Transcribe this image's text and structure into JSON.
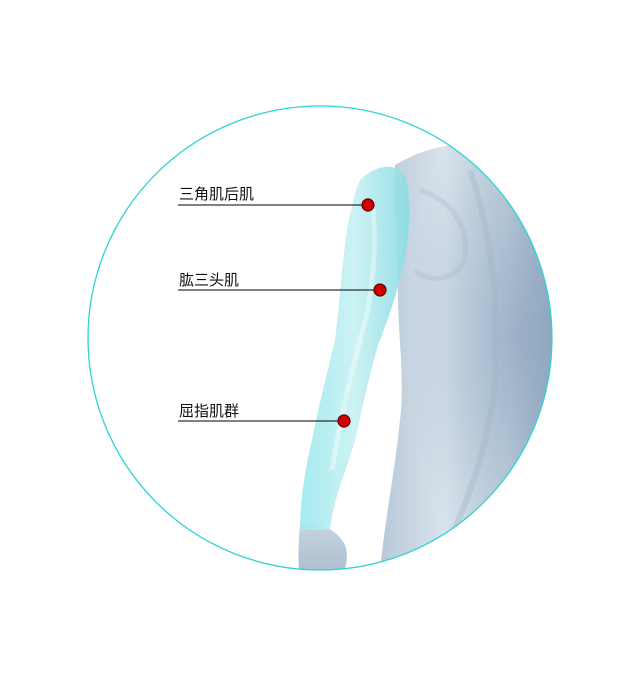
{
  "diagram": {
    "colors": {
      "circle_border": "#2fd3d3",
      "muscle_highlight": "#7fe3ea",
      "body_skin": "#c9d6e3",
      "marker_fill": "#d40000",
      "marker_stroke": "#5a0000",
      "leader_line": "#000000"
    },
    "labels": [
      {
        "id": "posterior-deltoid",
        "text": "三角肌后肌"
      },
      {
        "id": "triceps",
        "text": "肱三头肌"
      },
      {
        "id": "forearm-flexors",
        "text": "屈指肌群"
      }
    ]
  }
}
